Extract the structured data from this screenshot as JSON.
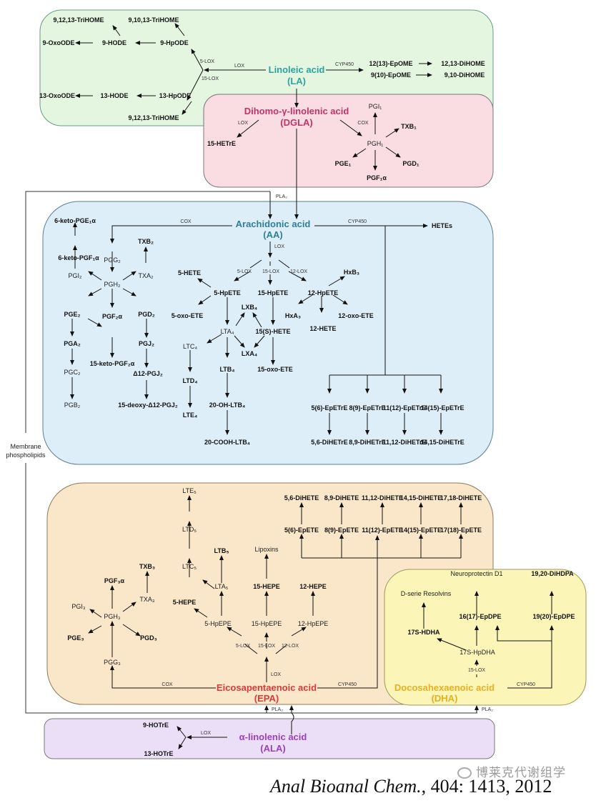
{
  "boxes": {
    "la": {
      "name": "Linoleic acid",
      "abbr": "(LA)",
      "fill": "#e4f6e0",
      "stroke": "#6a9a8a",
      "label_color": "#2aa3a0"
    },
    "dgla": {
      "name": "Dihomo-γ-linolenic acid",
      "abbr": "(DGLA)",
      "fill": "#f9dde2",
      "stroke": "#777777",
      "label_color": "#c2336a"
    },
    "aa": {
      "name": "Arachidonic acid",
      "abbr": "(AA)",
      "fill": "#deeef8",
      "stroke": "#5a7f92",
      "label_color": "#2d7f98"
    },
    "epa": {
      "name": "Eicosapentaenoic acid",
      "abbr": "(EPA)",
      "fill": "#fae6c8",
      "stroke": "#8a7a5a",
      "label_color": "#d83a3a"
    },
    "dha": {
      "name": "Docosahexaenoic acid",
      "abbr": "(DHA)",
      "fill": "#fbf5b8",
      "stroke": "#9a9a5a",
      "label_color": "#e8b020"
    },
    "ala": {
      "name": "α-linolenic acid",
      "abbr": "(ALA)",
      "fill": "#eadff6",
      "stroke": "#777777",
      "label_color": "#9b3fbd"
    }
  },
  "la_metabolites": {
    "trihome_9_12_13_top": "9,12,13-TriHOME",
    "trihome_9_10_13": "9,10,13-TriHOME",
    "oxoode_9": "9-OxoODE",
    "hode_9": "9-HODE",
    "hpode_9": "9-HpODE",
    "oxoode_13": "13-OxoODE",
    "hode_13": "13-HODE",
    "hpode_13": "13-HpODE",
    "trihome_9_12_13_bottom": "9,12,13-TriHOME",
    "epome_12_13": "12(13)-EpOME",
    "dihome_12_13": "12,13-DiHOME",
    "epome_9_10": "9(10)-EpOME",
    "dihome_9_10": "9,10-DiHOME"
  },
  "dgla_metabolites": {
    "hetre_15": "15-HETrE",
    "pgi1": "PGI₁",
    "txb1": "TXB₁",
    "pgh1": "PGH₁",
    "pge1": "PGE₁",
    "pgd1": "PGD₁",
    "pgf1a": "PGF₁α"
  },
  "aa_metabolites": {
    "keto_pge1a": "6-keto-PGE₁α",
    "keto_pgf1a": "6-keto-PGF₁α",
    "pgi2": "PGI₂",
    "pgg2": "PGG₂",
    "txb2": "TXB₂",
    "txa2": "TXA₂",
    "pgh2": "PGH₂",
    "pge2": "PGE₂",
    "pgf2a": "PGF₂α",
    "pgd2": "PGD₂",
    "pga2": "PGA₂",
    "keto_pgf2a": "15-keto-PGF₂α",
    "pgj2": "PGJ₂",
    "pgc2": "PGC₂",
    "d12_pgj2": "Δ12-PGJ₂",
    "pgb2": "PGB₂",
    "deoxy_pgj2": "15-deoxy-Δ12-PGJ₂",
    "hete_5": "5-HETE",
    "hpete_5": "5-HpETE",
    "hpete_15": "15-HpETE",
    "hpete_12": "12-HpETE",
    "hxb3": "HxB₃",
    "oxo_ete_5": "5-oxo-ETE",
    "lxb4": "LXB₄",
    "hxa3": "HxA₃",
    "oxo_ete_12": "12-oxo-ETE",
    "lta4": "LTA₄",
    "hete_15s": "15(S)-HETE",
    "hete_12": "12-HETE",
    "ltc4": "LTC₄",
    "lxa4": "LXA₄",
    "ltb4": "LTB₄",
    "oxo_ete_15": "15-oxo-ETE",
    "ltd4": "LTD₄",
    "oh_ltb4": "20-OH-LTB₄",
    "lte4": "LTE₄",
    "cooh_ltb4": "20-COOH-LTB₄",
    "hetes": "HETEs",
    "epetre": [
      "5(6)-EpETrE",
      "8(9)-EpETrE",
      "11(12)-EpETrE",
      "14(15)-EpETrE"
    ],
    "dihetre": [
      "5,6-DiHETrE",
      "8,9-DiHETrE",
      "11,12-DiHETrE",
      "14,15-DiHETrE"
    ]
  },
  "epa_metabolites": {
    "dihete": [
      "5,6-DiHETE",
      "8,9-DiHETE",
      "11,12-DiHETE",
      "14,15-DiHETE",
      "17,18-DiHETE"
    ],
    "epete": [
      "5(6)-EpETE",
      "8(9)-EpETE",
      "11(12)-EpETE",
      "14(15)-EpETE",
      "17(18)-EpETE"
    ],
    "lte5": "LTE₅",
    "ltd5": "LTD₅",
    "ltc5": "LTC₅",
    "ltb5": "LTB₅",
    "lta5": "LTA₅",
    "lipoxins": "Lipoxins",
    "txb3": "TXB₃",
    "pgf3a": "PGF₃α",
    "txa3": "TXA₃",
    "pgi3": "PGI₃",
    "pgh3": "PGH₃",
    "pge3": "PGE₃",
    "pgd3": "PGD₃",
    "pgg3": "PGG₃",
    "hepe_5": "5-HEPE",
    "hepe_15": "15-HEPE",
    "hepe_12": "12-HEPE",
    "hpepe_5": "5-HpEPE",
    "hpepe_15": "15-HpEPE",
    "hpepe_12": "12-HpEPE"
  },
  "dha_metabolites": {
    "resolvins": "D-serie Resolvins",
    "npd1": "Neuroprotectin D1",
    "dihdpa": "19,20-DiHDPA",
    "hdha_17s": "17S-HDHA",
    "epdpe_16_17": "16(17)-EpDPE",
    "epdpe_19_20": "19(20)-EpDPE",
    "hpdha_17s": "17S-HpDHA"
  },
  "ala_metabolites": {
    "hotre_9": "9-HOTrE",
    "hotre_13": "13-HOTrE"
  },
  "enzymes": {
    "lox": "LOX",
    "lox5": "5-LOX",
    "lox15": "15-LOX",
    "lox12": "12-LOX",
    "cox": "COX",
    "cyp450": "CYP450",
    "pla2": "PLA₂"
  },
  "membrane": {
    "line1": "Membrane",
    "line2": "phospholipids"
  },
  "citation": {
    "journal": "Anal Bioanal Chem.",
    "ref": ", 404: 1413, 2012"
  },
  "watermark": "博莱克代谢组学"
}
